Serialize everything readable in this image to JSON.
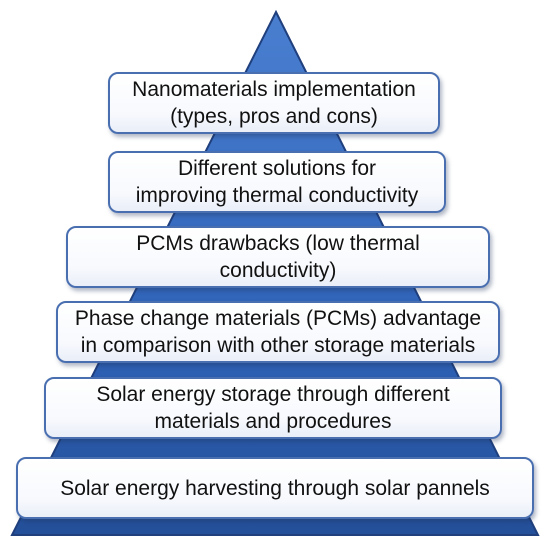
{
  "diagram": {
    "type": "pyramid",
    "colors": {
      "pyramid_fill": "#2e5fb4",
      "pyramid_edge": "#1f3f7d",
      "box_border": "#4a6fb0",
      "text": "#111111"
    },
    "levels": [
      {
        "line1": "Nanomaterials implementation",
        "line2": "(types, pros and cons)"
      },
      {
        "line1": "Different solutions for",
        "line2": "improving thermal conductivity"
      },
      {
        "line1": "PCMs drawbacks (low thermal",
        "line2": "conductivity)"
      },
      {
        "line1": "Phase change materials (PCMs) advantage",
        "line2": "in comparison with other storage materials"
      },
      {
        "line1": "Solar energy storage through different",
        "line2": "materials and procedures"
      },
      {
        "line1": "Solar energy harvesting through solar pannels",
        "line2": ""
      }
    ]
  }
}
